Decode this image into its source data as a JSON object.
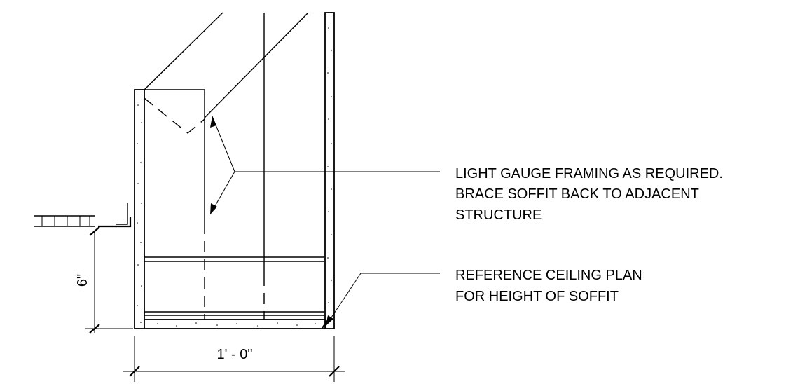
{
  "notes": {
    "framing": {
      "line1": "LIGHT GAUGE FRAMING AS REQUIRED.",
      "line2": "BRACE SOFFIT BACK TO ADJACENT",
      "line3": "STRUCTURE"
    },
    "ceiling": {
      "line1": "REFERENCE CEILING PLAN",
      "line2": "FOR HEIGHT OF SOFFIT"
    }
  },
  "dimensions": {
    "vertical": "6\"",
    "horizontal": "1' - 0\""
  }
}
